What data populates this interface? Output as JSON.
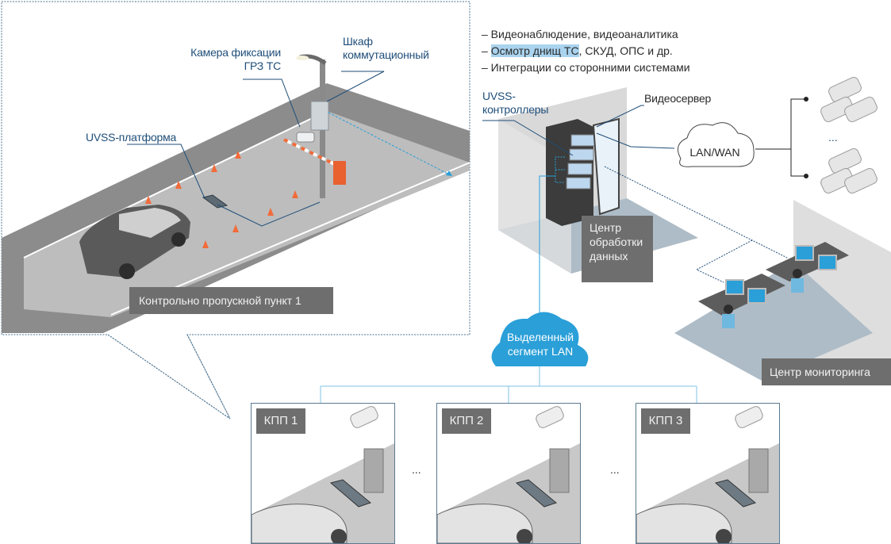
{
  "features": [
    "– Видеонаблюдение, видеоаналитика",
    "– ",
    "Осмотр днищ ТС",
    ", СКУД, ОПС и др.",
    "– Интеграции со сторонними системами"
  ],
  "checkpoint_detail": {
    "camera_label_line1": "Камера фиксации",
    "camera_label_line2": "ГРЗ ТС",
    "cabinet_label_line1": "Шкаф",
    "cabinet_label_line2": "коммутационный",
    "platform_label": "UVSS-платформа",
    "caption": "Контрольно пропускной пункт 1"
  },
  "data_center": {
    "controllers_label_line1": "UVSS-",
    "controllers_label_line2": "контроллеры",
    "videoserver_label": "Видеосервер",
    "caption_line1": "Центр",
    "caption_line2": "обработки",
    "caption_line3": "данных"
  },
  "wan": {
    "cloud_label": "LAN/WAN",
    "ellipsis": "..."
  },
  "lan_segment": {
    "line1": "Выделенный",
    "line2": "сегмент LAN"
  },
  "monitoring": {
    "caption": "Центр мониторинга"
  },
  "checkpoints": [
    {
      "label": "КПП 1"
    },
    {
      "label": "КПП 2"
    },
    {
      "label": "КПП 3"
    }
  ],
  "checkpoint_ellipsis": "...",
  "colors": {
    "accent_blue": "#2a9fd8",
    "label_text": "#1f4e79",
    "caption_box": "#6e6e6e",
    "highlight": "#a9d3ee"
  }
}
